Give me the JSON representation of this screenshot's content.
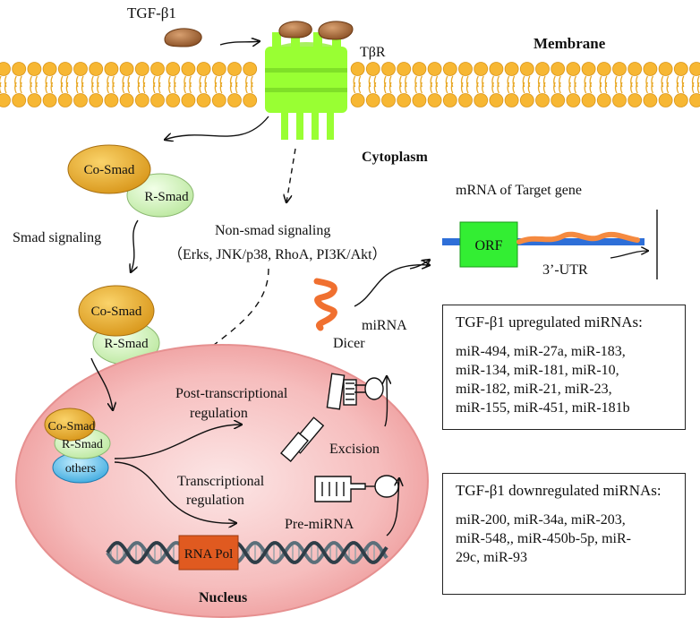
{
  "labels": {
    "tgf": "TGF-β1",
    "receptor": "TβR",
    "membrane": "Membrane",
    "cytoplasm": "Cytoplasm",
    "co_smad": "Co-Smad",
    "r_smad": "R-Smad",
    "smad_signaling": "Smad signaling",
    "non_smad_title": "Non-smad signaling",
    "non_smad_detail": "（Erks, JNK/p38, RhoA, PI3K/Akt）",
    "mrna_target": "mRNA of Target gene",
    "orf": "ORF",
    "utr": "3’-UTR",
    "mirna": "miRNA",
    "dicer": "Dicer",
    "post_trans_1": "Post-transcriptional",
    "post_trans_2": "regulation",
    "trans_1": "Transcriptional",
    "trans_2": "regulation",
    "excision": "Excision",
    "pre_mirna": "Pre-miRNA",
    "others": "others",
    "rna_pol": "RNA Pol",
    "nucleus": "Nucleus"
  },
  "upregulated": {
    "title": "TGF-β1 upregulated miRNAs:",
    "lines": [
      "miR-494, miR-27a, miR-183,",
      "miR-134, miR-181, miR-10,",
      "miR-182, miR-21, miR-23,",
      "miR-155, miR-451, miR-181b"
    ]
  },
  "downregulated": {
    "title": "TGF-β1 downregulated miRNAs:",
    "lines": [
      "miR-200, miR-34a, miR-203,",
      "miR-548,, miR-450b-5p,  miR-",
      "29c, miR-93"
    ]
  },
  "colors": {
    "membrane_head": "#F7B733",
    "receptor": "#99FF33",
    "smad_co": "#E0A020",
    "smad_r": "#CCF0B0",
    "nucleus": "#F7C0C0",
    "orf": "#33EE33",
    "mrna_line": "#2E6FD8",
    "mirna": "#F07030",
    "rna_pol": "#E05A20"
  }
}
